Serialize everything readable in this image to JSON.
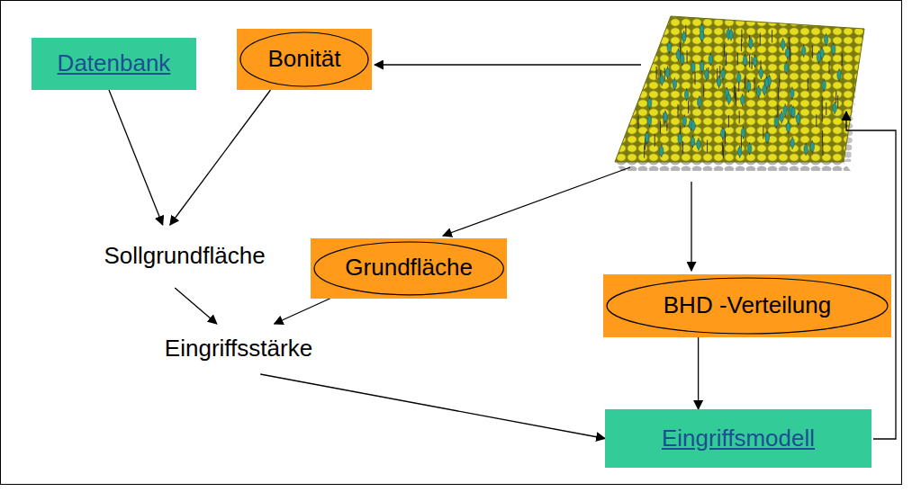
{
  "diagram": {
    "nodes": [
      {
        "text": [
          "Datenbank"
        ]
      },
      {
        "text": [
          "Bonität"
        ]
      },
      {
        "text": [
          "Sollgrundfläche"
        ]
      },
      {
        "text": [
          "Grundfläche"
        ]
      },
      {
        "text": [
          "Eingriffsstärke"
        ]
      },
      {
        "text": [
          "BHD -Verteilung"
        ]
      },
      {
        "text": [
          "Eingriffsmodell"
        ]
      }
    ],
    "edges": [
      {
        "from": 0,
        "to": 2,
        "arrow": "to"
      },
      {
        "from": 1,
        "to": 2,
        "arrow": "to"
      },
      {
        "from": 2,
        "to": 4,
        "arrow": "to"
      },
      {
        "from": 3,
        "to": 4,
        "arrow": "to"
      },
      {
        "from": 4,
        "to": 6,
        "arrow": "to"
      },
      {
        "from": 5,
        "to": 6,
        "arrow": "to"
      }
    ]
  }
}
